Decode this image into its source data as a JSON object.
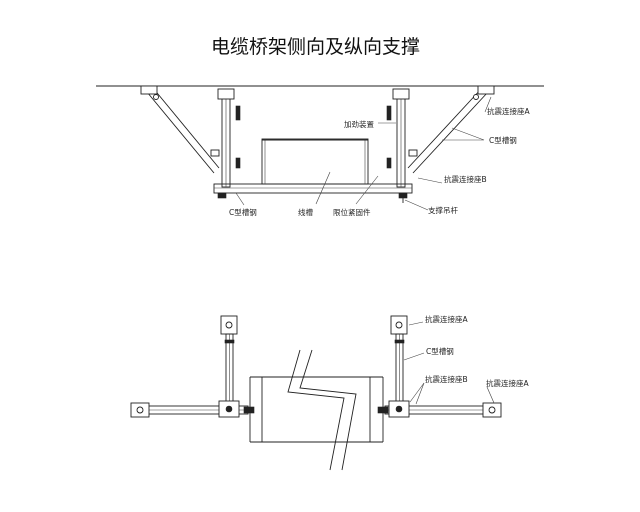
{
  "title": "电缆桥架侧向及纵向支撑",
  "top_view": {
    "label_reinforce": "加劲装置",
    "label_c_channel_right": "C型槽钢",
    "label_seismic_a": "抗震连接座A",
    "label_seismic_b": "抗震连接座B",
    "label_c_channel_bottom": "C型槽钢",
    "label_trough": "线槽",
    "label_limit_fastener": "限位紧固件",
    "label_hanger_rod": "支撑吊杆"
  },
  "bottom_view": {
    "label_seismic_a_top": "抗震连接座A",
    "label_c_channel": "C型槽钢",
    "label_seismic_b": "抗震连接座B",
    "label_seismic_a_right": "抗震连接座A"
  }
}
